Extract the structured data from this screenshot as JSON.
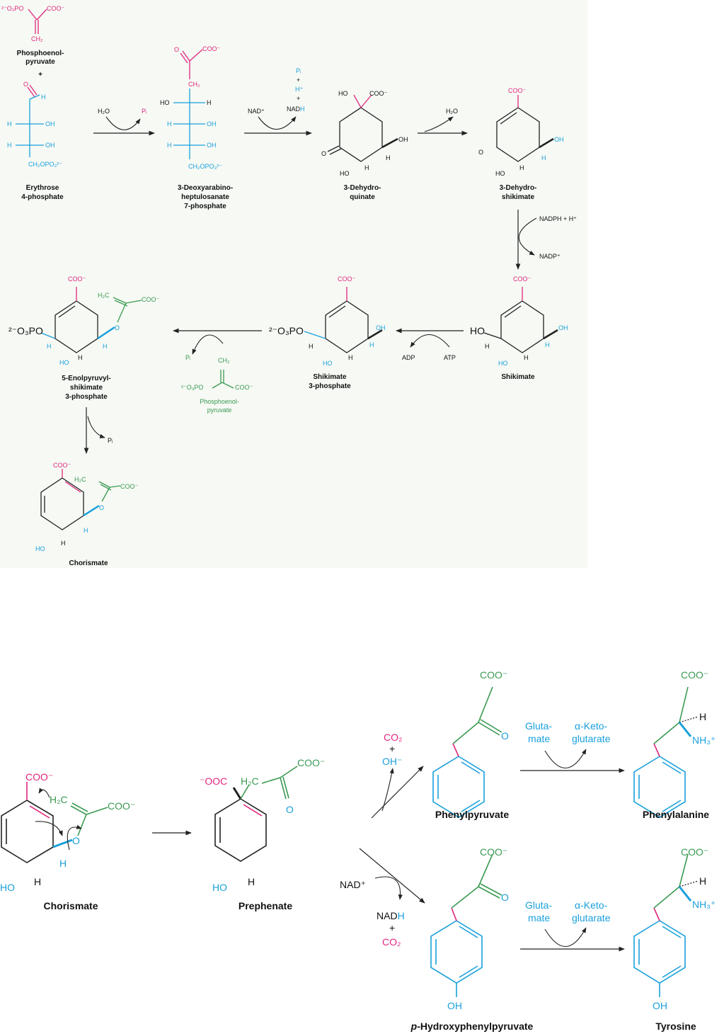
{
  "colors": {
    "pink": "#e0267d",
    "blue": "#1aa0dc",
    "green": "#3a9a52",
    "panel": "#f6f9f4"
  },
  "upper": {
    "pep_top": {
      "p1": "²⁻O₃PO",
      "coo": "COO⁻",
      "ch2": "CH₂",
      "name1": "Phosphoenol-",
      "name2": "pyruvate",
      "plus": "+"
    },
    "e4p": {
      "h_top": "H",
      "h1": "H",
      "oh1": "OH",
      "h2": "H",
      "oh2": "OH",
      "tail": "CH₂OPO₃²⁻",
      "name1": "Erythrose",
      "name2": "4-phosphate"
    },
    "r1": {
      "h2o": "H₂O",
      "pi": "Pᵢ"
    },
    "dahp": {
      "coo": "COO⁻",
      "ch2": "CH₂",
      "ho": "HO",
      "h1": "H",
      "h2": "H",
      "oh2": "OH",
      "h3": "H",
      "oh3": "OH",
      "tail": "CH₂OPO₃²⁻",
      "name1": "3-Deoxyarabino-",
      "name2": "heptulosanate",
      "name3": "7-phosphate"
    },
    "r2": {
      "nad": "NAD⁺",
      "pi": "Pᵢ",
      "plus1": "+",
      "hplus": "H⁺",
      "plus2": "+",
      "nadh_a": "NAD",
      "nadh_b": "H"
    },
    "dhq": {
      "ho": "HO",
      "coo": "COO⁻",
      "oh": "OH",
      "h1": "H",
      "ho2": "HO",
      "h2": "H",
      "o": "O",
      "name1": "3-Dehydro-",
      "name2": "quinate"
    },
    "r3": {
      "h2o": "H₂O"
    },
    "dhs": {
      "coo": "COO⁻",
      "oh": "OH",
      "h1": "H",
      "ho": "HO",
      "h2": "H",
      "o": "O",
      "name1": "3-Dehydro-",
      "name2": "shikimate"
    },
    "r4": {
      "nadph": "NADPH + H⁺",
      "nadp": "NADP⁺"
    },
    "shik": {
      "coo": "COO⁻",
      "ho1": "HO",
      "h1": "H",
      "oh": "OH",
      "h2": "H",
      "ho2": "HO",
      "h3": "H",
      "name": "Shikimate"
    },
    "r5": {
      "adp": "ADP",
      "atp": "ATP"
    },
    "s3p": {
      "coo": "COO⁻",
      "p": "²⁻O₃PO",
      "h1": "H",
      "oh": "OH",
      "h2": "H",
      "ho": "HO",
      "h3": "H",
      "name1": "Shikimate",
      "name2": "3-phosphate"
    },
    "r6": {
      "pi": "Pᵢ",
      "ch2": "CH₂",
      "p": "²⁻O₃PO",
      "coo": "COO⁻",
      "name1": "Phosphoenol-",
      "name2": "pyruvate"
    },
    "epsp": {
      "coo": "COO⁻",
      "h2c": "H₂C",
      "coo2": "COO⁻",
      "p": "²⁻O₃PO",
      "o": "O",
      "h1": "H",
      "ho": "HO",
      "h2": "H",
      "h3": "H",
      "name1": "5-Enolpyruvyl-",
      "name2": "shikimate",
      "name3": "3-phosphate"
    },
    "r7": {
      "pi": "Pᵢ"
    },
    "chor": {
      "coo": "COO⁻",
      "h2c": "H₂C",
      "coo2": "COO⁻",
      "o": "O",
      "h1": "H",
      "ho": "HO",
      "h2": "H",
      "name": "Chorismate"
    }
  },
  "lower": {
    "chor": {
      "coo": "COO⁻",
      "h2c": "H₂C",
      "coo2": "COO⁻",
      "o": "O",
      "h1": "H",
      "ho": "HO",
      "h2": "H",
      "name": "Chorismate"
    },
    "preph": {
      "ooc": "⁻OOC",
      "h2c": "H₂C",
      "coo": "COO⁻",
      "o": "O",
      "ho": "HO",
      "h": "H",
      "name": "Prephenate"
    },
    "upper_branch": {
      "co2": "CO₂",
      "plus": "+",
      "oh": "OH⁻"
    },
    "lower_branch": {
      "nad": "NAD⁺",
      "nadh_a": "NAD",
      "nadh_b": "H",
      "plus": "+",
      "co2": "CO₂"
    },
    "phenylpyruvate": {
      "coo": "COO⁻",
      "o": "O",
      "name": "Phenylpyruvate"
    },
    "trans1": {
      "glu1": "Gluta-",
      "glu2": "mate",
      "akg1": "α-Keto-",
      "akg2": "glutarate"
    },
    "phe": {
      "coo": "COO⁻",
      "h": "H",
      "nh3": "NH₃⁺",
      "name": "Phenylalanine"
    },
    "hpp": {
      "coo": "COO⁻",
      "o": "O",
      "oh": "OH",
      "name_a": "p",
      "name_b": "-Hydroxyphenylpyruvate"
    },
    "trans2": {
      "glu1": "Gluta-",
      "glu2": "mate",
      "akg1": "α-Keto-",
      "akg2": "glutarate"
    },
    "tyr": {
      "coo": "COO⁻",
      "h": "H",
      "nh3": "NH₃⁺",
      "oh": "OH",
      "name": "Tyrosine"
    }
  }
}
